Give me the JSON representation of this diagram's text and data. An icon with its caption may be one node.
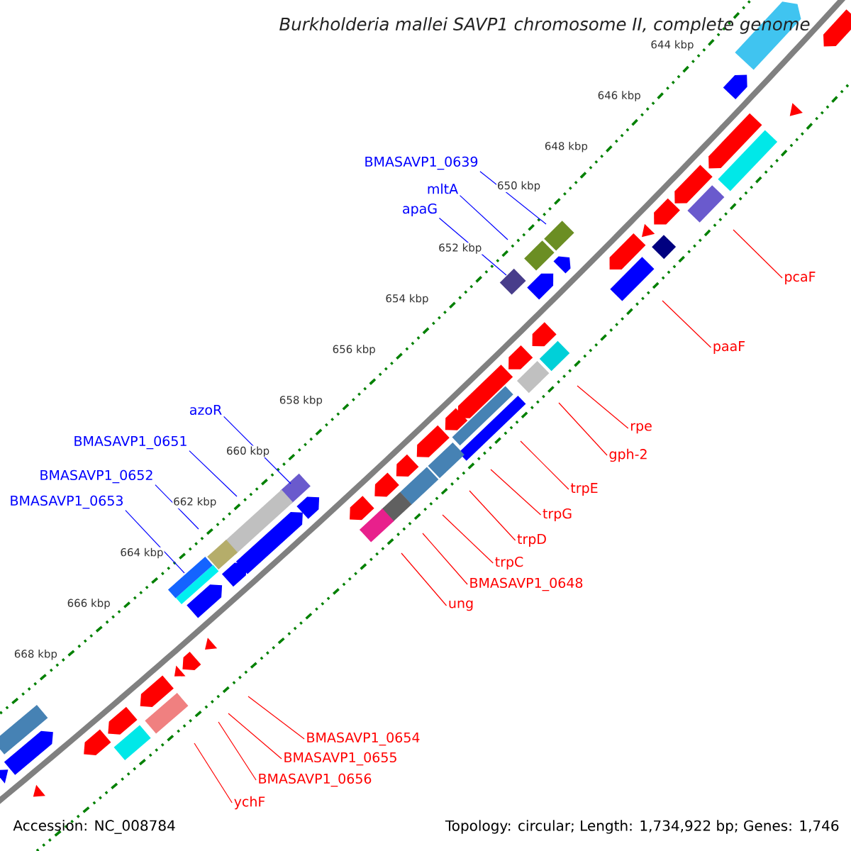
{
  "diagram": {
    "title": "Burkholderia mallei SAVP1 chromosome II, complete genome",
    "nodes": [
      {
        "text": [
          "BMASAVP1_0639"
        ]
      },
      {
        "text": [
          "mltA"
        ]
      },
      {
        "text": [
          "apaG"
        ]
      },
      {
        "text": [
          "pcaF"
        ]
      },
      {
        "text": [
          "paaF"
        ]
      },
      {
        "text": [
          "azoR"
        ]
      },
      {
        "text": [
          "rpe"
        ]
      },
      {
        "text": [
          "BMASAVP1_0651"
        ]
      },
      {
        "text": [
          "gph-2"
        ]
      },
      {
        "text": [
          "BMASAVP1_0652"
        ]
      },
      {
        "text": [
          "trpE"
        ]
      },
      {
        "text": [
          "BMASAVP1_0653"
        ]
      },
      {
        "text": [
          "trpG"
        ]
      },
      {
        "text": [
          "trpD"
        ]
      },
      {
        "text": [
          "trpC"
        ]
      },
      {
        "text": [
          "BMASAVP1_0648"
        ]
      },
      {
        "text": [
          "ung"
        ]
      },
      {
        "text": [
          "BMASAVP1_0654"
        ]
      },
      {
        "text": [
          "BMASAVP1_0655"
        ]
      },
      {
        "text": [
          "BMASAVP1_0656"
        ]
      },
      {
        "text": [
          "ychF"
        ]
      }
    ],
    "edges": [
      {
        "from": 0,
        "to": null,
        "arrow": "none",
        "color": "#0000ff"
      },
      {
        "from": 1,
        "to": null,
        "arrow": "none",
        "color": "#0000ff"
      },
      {
        "from": 2,
        "to": null,
        "arrow": "none",
        "color": "#0000ff"
      },
      {
        "from": 3,
        "to": null,
        "arrow": "none"
      },
      {
        "from": 4,
        "to": null,
        "arrow": "none"
      },
      {
        "from": 5,
        "to": null,
        "arrow": "none",
        "color": "#0000ff"
      },
      {
        "from": 6,
        "to": null,
        "arrow": "none"
      },
      {
        "from": 7,
        "to": null,
        "arrow": "none",
        "color": "#0000ff"
      },
      {
        "from": 8,
        "to": null,
        "arrow": "none"
      },
      {
        "from": 9,
        "to": null,
        "arrow": "none",
        "color": "#0000ff"
      },
      {
        "from": 10,
        "to": null,
        "arrow": "none"
      },
      {
        "from": 11,
        "to": null,
        "arrow": "none",
        "color": "#0000ff"
      },
      {
        "from": 12,
        "to": null,
        "arrow": "none"
      },
      {
        "from": 13,
        "to": null,
        "arrow": "none"
      },
      {
        "from": 14,
        "to": null,
        "arrow": "none"
      },
      {
        "from": 15,
        "to": null,
        "arrow": "none"
      },
      {
        "from": 16,
        "to": null,
        "arrow": "none"
      },
      {
        "from": 17,
        "to": null,
        "arrow": "none"
      },
      {
        "from": 18,
        "to": null,
        "arrow": "none"
      },
      {
        "from": 19,
        "to": null,
        "arrow": "none"
      },
      {
        "from": 20,
        "to": null,
        "arrow": "none"
      }
    ],
    "labels": [
      "644 kbp",
      "646 kbp",
      "648 kbp",
      "650 kbp",
      "652 kbp",
      "654 kbp",
      "656 kbp",
      "658 kbp",
      "660 kbp",
      "662 kbp",
      "664 kbp",
      "666 kbp",
      "668 kbp",
      "Accession: NC_008784",
      "Topology: circular; Length: 1,734,922 bp; Genes: 1,746"
    ]
  }
}
